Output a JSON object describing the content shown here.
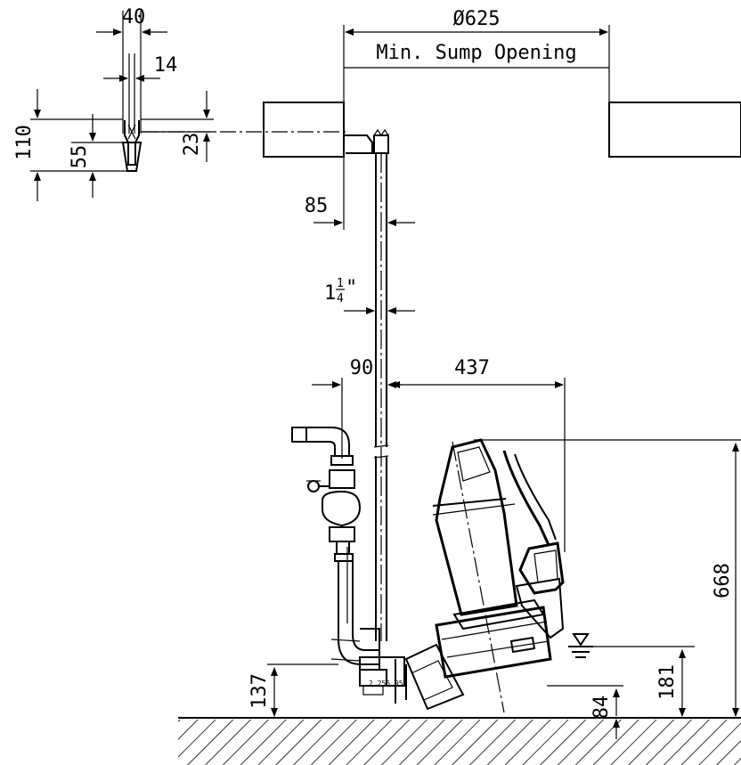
{
  "dimensions": {
    "sump_diameter": "Ø625",
    "sump_label": "Min. Sump Opening",
    "bracket_width": "40",
    "bracket_slot": "14",
    "bracket_height": "110",
    "bracket_depth": "55",
    "bracket_offset": "23",
    "rail_offset": "85",
    "rail_size_whole": "1",
    "rail_size_num": "1",
    "rail_size_den": "4",
    "rail_size_mark": "\"",
    "pipe_offset": "90",
    "pump_offset": "437",
    "pump_height": "668",
    "water_level": "181",
    "inlet_height": "137",
    "clearance": "84"
  },
  "pump_marking": "2 256 052"
}
